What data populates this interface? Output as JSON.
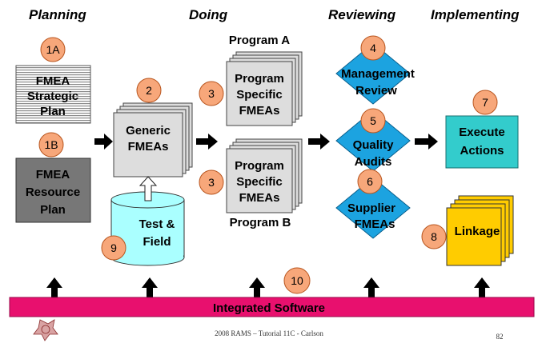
{
  "phases": [
    "Planning",
    "Doing",
    "Reviewing",
    "Implementing"
  ],
  "badges": {
    "b1a": "1A",
    "b1b": "1B",
    "b2": "2",
    "b3a": "3",
    "b3b": "3",
    "b4": "4",
    "b5": "5",
    "b6": "6",
    "b7": "7",
    "b8": "8",
    "b9": "9",
    "b10": "10"
  },
  "boxes": {
    "strategic_plan": [
      "FMEA",
      "Strategic",
      "Plan"
    ],
    "resource_plan": [
      "FMEA",
      "Resource",
      "Plan"
    ],
    "generic": [
      "Generic",
      "FMEAs"
    ],
    "program_a_title": "Program A",
    "program_a": [
      "Program",
      "Specific",
      "FMEAs"
    ],
    "program_b_title": "Program B",
    "program_b": [
      "Program",
      "Specific",
      "FMEAs"
    ],
    "test_field": [
      "Test &",
      "Field"
    ],
    "management_review": [
      "Management",
      "Review"
    ],
    "quality_audits": [
      "Quality",
      "Audits"
    ],
    "supplier_fmeas": [
      "Supplier",
      "FMEAs"
    ],
    "execute_actions": [
      "Execute",
      "Actions"
    ],
    "linkage": "Linkage"
  },
  "software_bar": "Integrated Software",
  "footer": {
    "center": "2008 RAMS – Tutorial 11C - Carlson",
    "page": "82"
  },
  "colors": {
    "badge": "#f7a77a",
    "resource_plan": "#777777",
    "test_field": "#aaffff",
    "diamond": "#1ca3e0",
    "execute": "#33cccc",
    "linkage": "#ffcc00",
    "software_bar": "#e8106e"
  }
}
